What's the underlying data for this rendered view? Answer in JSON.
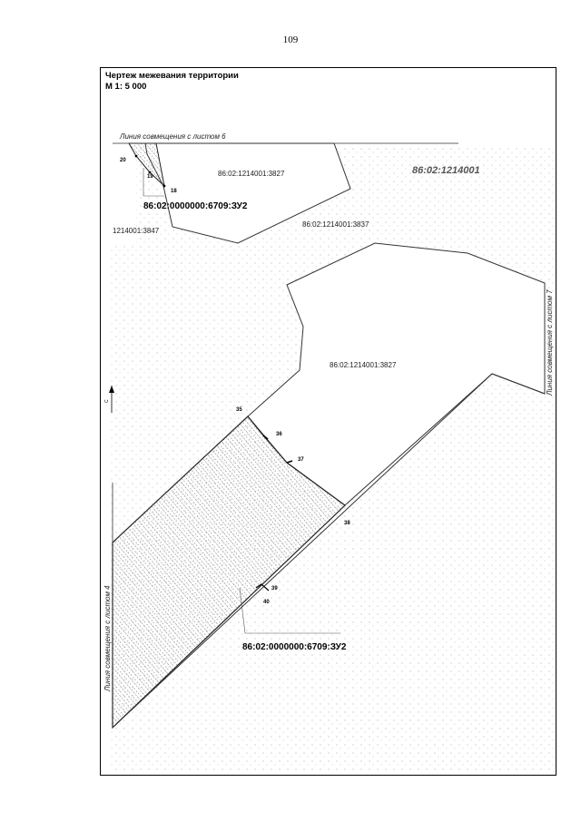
{
  "page_number": "109",
  "title": {
    "line1": "Чертеж межевания территории",
    "line2": "М 1: 5 000"
  },
  "sheet_lines": {
    "sheet6": "Линия совмещения с листом 6",
    "sheet7": "Линия совмещения с листом 7",
    "sheet4": "Линия совмещения с листом 4"
  },
  "quarter": "86:02:1214001",
  "parcels": {
    "top_3827": "86:02:1214001:3827",
    "p_3837": "86:02:1214001:3837",
    "p_3847": "1214001:3847",
    "mid_3827": "86:02:1214001:3827",
    "zu2_top": "86:02:0000000:6709:ЗУ2",
    "zu2_bottom": "86:02:0000000:6709:ЗУ2"
  },
  "points": {
    "p18": "18",
    "p19": "19",
    "p20": "20",
    "p35": "35",
    "p36": "36",
    "p37": "37",
    "p38": "38",
    "p39": "39",
    "p40": "40"
  },
  "north_arrow": "С"
}
